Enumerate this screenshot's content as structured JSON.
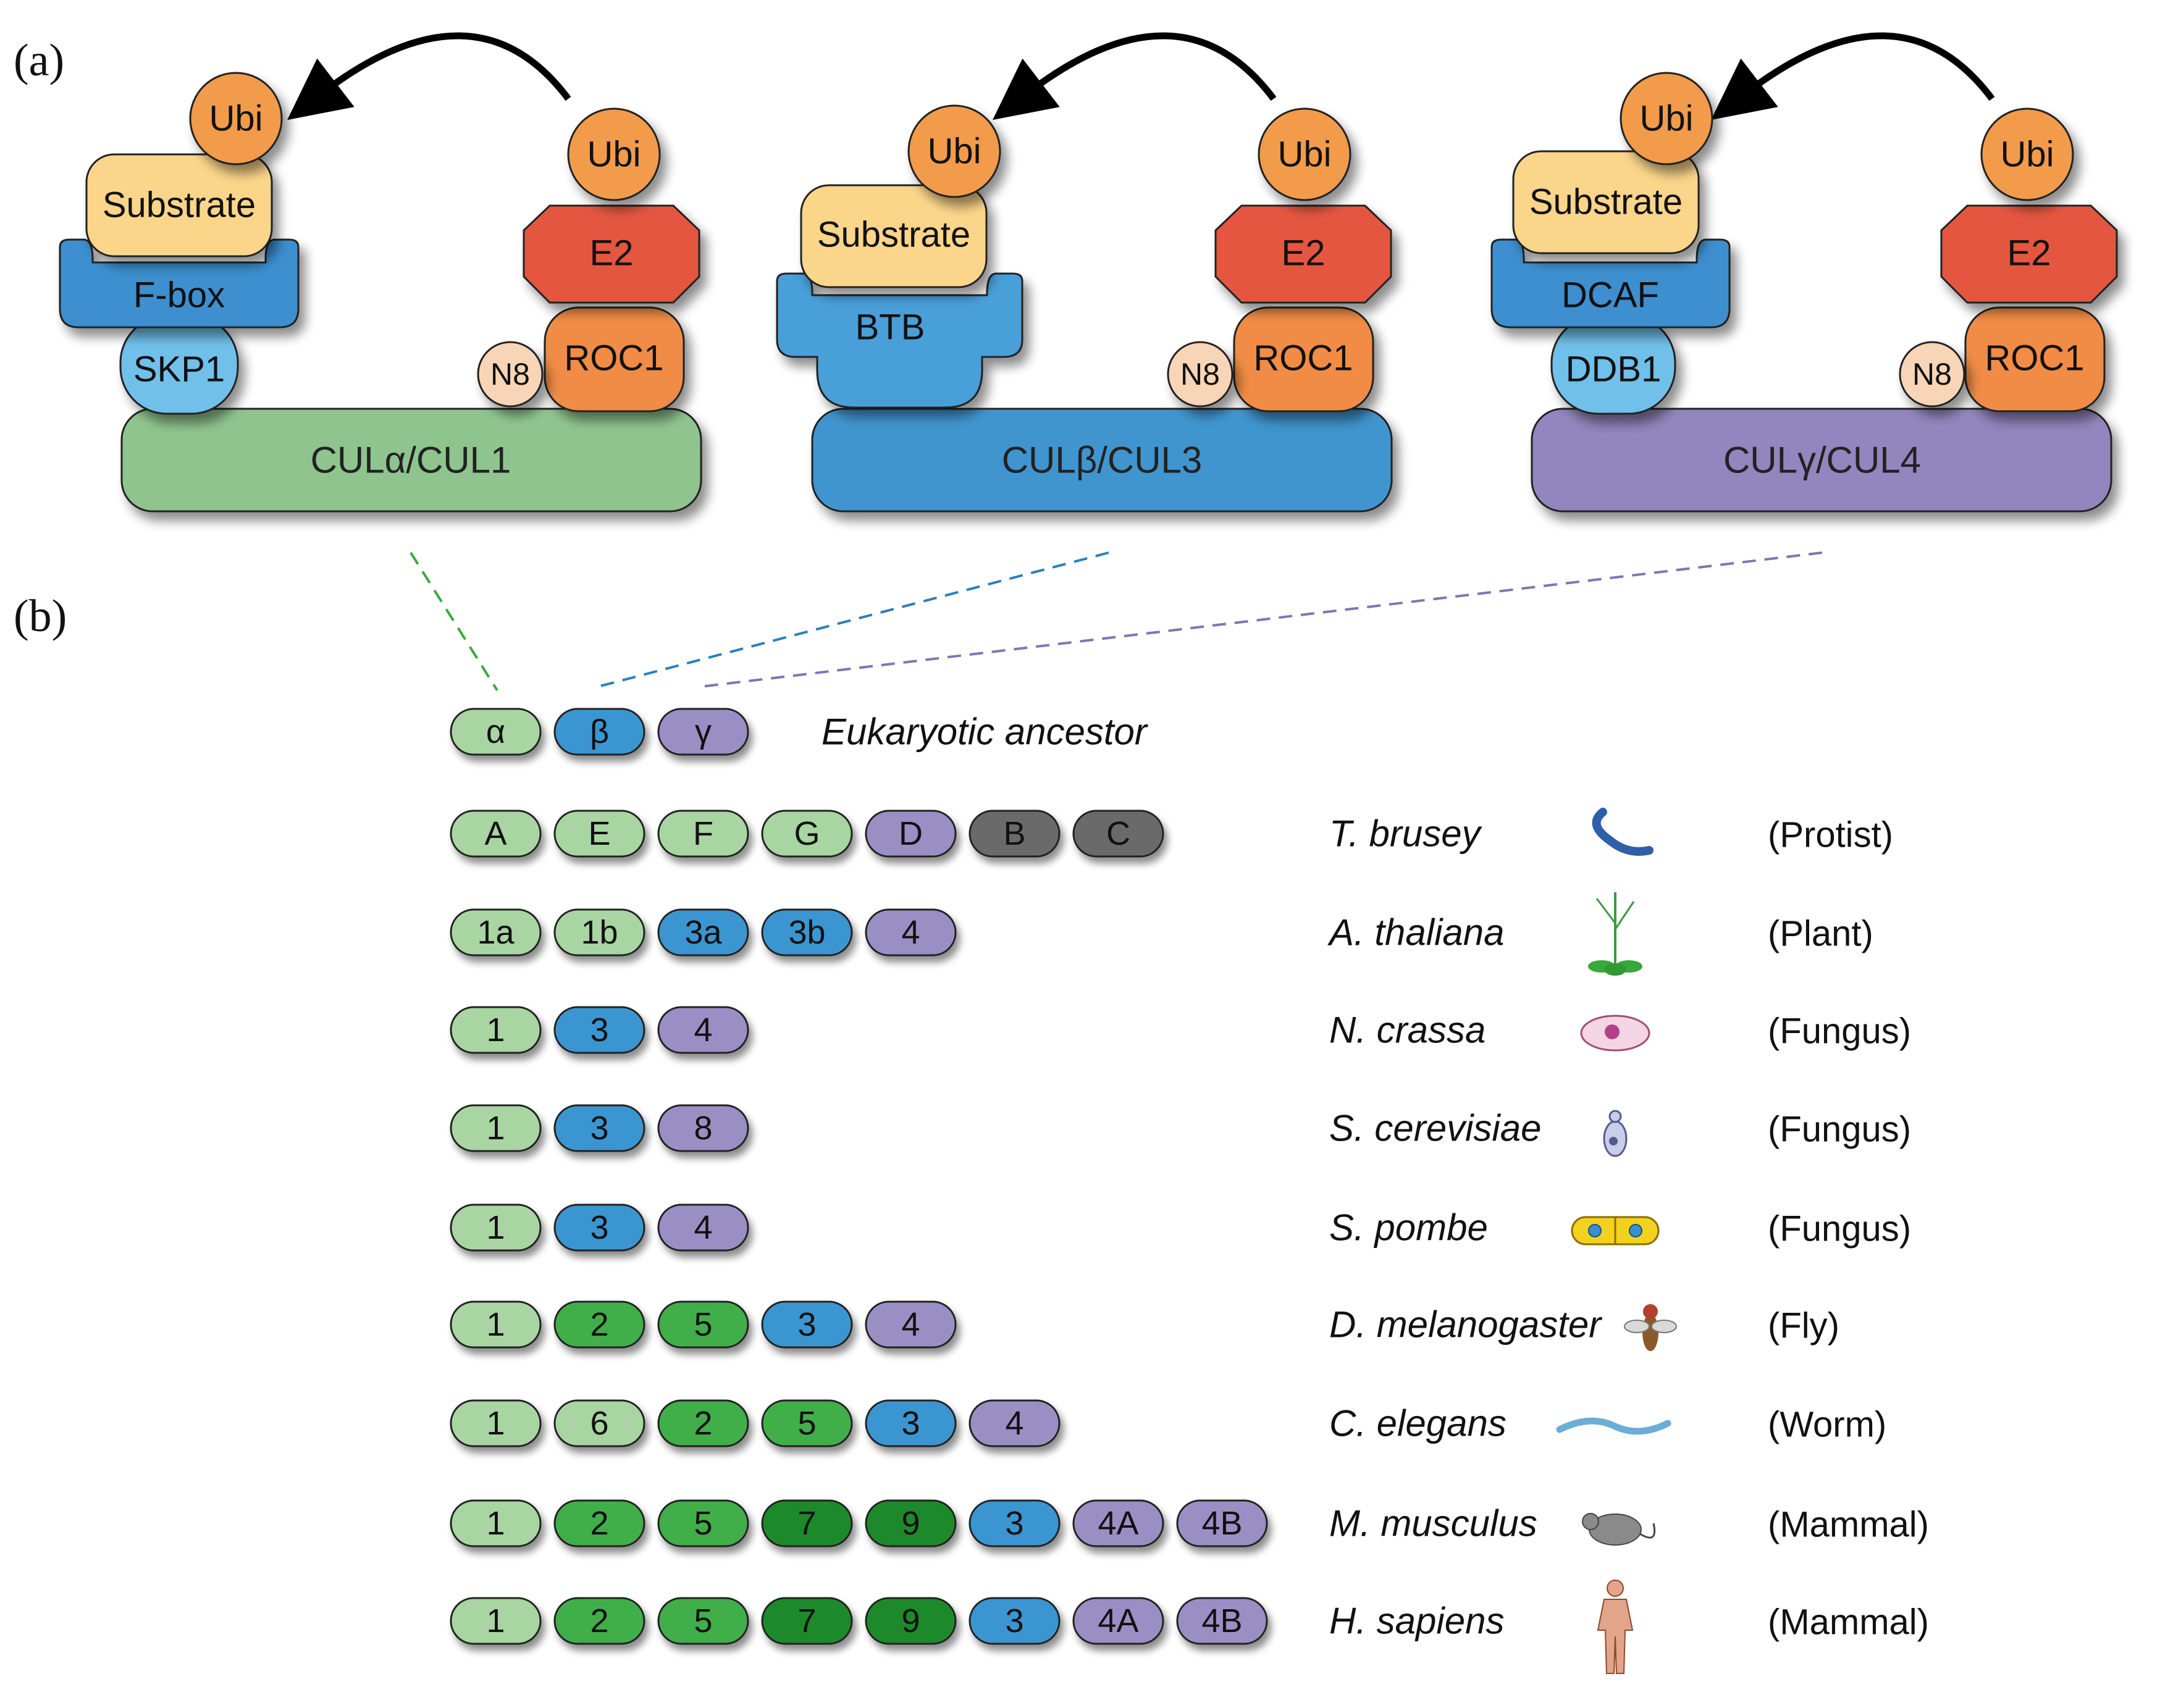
{
  "panels": {
    "a": "(a)",
    "b": "(b)"
  },
  "complexes": [
    {
      "scaffold": "CULα/CUL1",
      "scaffold_color": "#8fc48f",
      "adaptor": "SKP1",
      "receptor": "F-box",
      "substrate": "Substrate",
      "substrate_ubi": "Ubi",
      "rbx": "ROC1",
      "e2": "E2",
      "e2_ubi": "Ubi",
      "nedd8": "N8"
    },
    {
      "scaffold": "CULβ/CUL3",
      "scaffold_color": "#3f95cf",
      "adaptor": "",
      "receptor": "BTB",
      "substrate": "Substrate",
      "substrate_ubi": "Ubi",
      "rbx": "ROC1",
      "e2": "E2",
      "e2_ubi": "Ubi",
      "nedd8": "N8"
    },
    {
      "scaffold": "CULγ/CUL4",
      "scaffold_color": "#9186bd",
      "adaptor": "DDB1",
      "receptor": "DCAF",
      "substrate": "Substrate",
      "substrate_ubi": "Ubi",
      "rbx": "ROC1",
      "e2": "E2",
      "e2_ubi": "Ubi",
      "nedd8": "N8"
    }
  ],
  "ancestor": {
    "label": "Eukaryotic ancestor",
    "pills": [
      {
        "label": "α",
        "color": "light-green"
      },
      {
        "label": "β",
        "color": "blue"
      },
      {
        "label": "γ",
        "color": "purple"
      }
    ]
  },
  "organisms": [
    {
      "species": "T. brusey",
      "group": "(Protist)",
      "icon": "trypanosome-icon",
      "pills": [
        {
          "label": "A",
          "color": "light-green"
        },
        {
          "label": "E",
          "color": "light-green"
        },
        {
          "label": "F",
          "color": "light-green"
        },
        {
          "label": "G",
          "color": "light-green"
        },
        {
          "label": "D",
          "color": "purple"
        },
        {
          "label": "B",
          "color": "gray"
        },
        {
          "label": "C",
          "color": "gray"
        }
      ]
    },
    {
      "species": "A. thaliana",
      "group": "(Plant)",
      "icon": "plant-icon",
      "pills": [
        {
          "label": "1a",
          "color": "light-green"
        },
        {
          "label": "1b",
          "color": "light-green"
        },
        {
          "label": "3a",
          "color": "blue"
        },
        {
          "label": "3b",
          "color": "blue"
        },
        {
          "label": "4",
          "color": "purple"
        }
      ]
    },
    {
      "species": "N. crassa",
      "group": "(Fungus)",
      "icon": "fungal-cell-icon",
      "pills": [
        {
          "label": "1",
          "color": "light-green"
        },
        {
          "label": "3",
          "color": "blue"
        },
        {
          "label": "4",
          "color": "purple"
        }
      ]
    },
    {
      "species": "S. cerevisiae",
      "group": "(Fungus)",
      "icon": "budding-yeast-icon",
      "pills": [
        {
          "label": "1",
          "color": "light-green"
        },
        {
          "label": "3",
          "color": "blue"
        },
        {
          "label": "8",
          "color": "purple"
        }
      ]
    },
    {
      "species": "S. pombe",
      "group": "(Fungus)",
      "icon": "fission-yeast-icon",
      "pills": [
        {
          "label": "1",
          "color": "light-green"
        },
        {
          "label": "3",
          "color": "blue"
        },
        {
          "label": "4",
          "color": "purple"
        }
      ]
    },
    {
      "species": "D. melanogaster",
      "group": "(Fly)",
      "icon": "fly-icon",
      "pills": [
        {
          "label": "1",
          "color": "light-green"
        },
        {
          "label": "2",
          "color": "green"
        },
        {
          "label": "5",
          "color": "green"
        },
        {
          "label": "3",
          "color": "blue"
        },
        {
          "label": "4",
          "color": "purple"
        }
      ]
    },
    {
      "species": "C. elegans",
      "group": "(Worm)",
      "icon": "worm-icon",
      "pills": [
        {
          "label": "1",
          "color": "light-green"
        },
        {
          "label": "6",
          "color": "light-green"
        },
        {
          "label": "2",
          "color": "green"
        },
        {
          "label": "5",
          "color": "green"
        },
        {
          "label": "3",
          "color": "blue"
        },
        {
          "label": "4",
          "color": "purple"
        }
      ]
    },
    {
      "species": "M. musculus",
      "group": "(Mammal)",
      "icon": "mouse-icon",
      "pills": [
        {
          "label": "1",
          "color": "light-green"
        },
        {
          "label": "2",
          "color": "green"
        },
        {
          "label": "5",
          "color": "green"
        },
        {
          "label": "7",
          "color": "dark-green"
        },
        {
          "label": "9",
          "color": "dark-green"
        },
        {
          "label": "3",
          "color": "blue"
        },
        {
          "label": "4A",
          "color": "purple"
        },
        {
          "label": "4B",
          "color": "purple"
        }
      ]
    },
    {
      "species": "H. sapiens",
      "group": "(Mammal)",
      "icon": "human-icon",
      "pills": [
        {
          "label": "1",
          "color": "light-green"
        },
        {
          "label": "2",
          "color": "green"
        },
        {
          "label": "5",
          "color": "green"
        },
        {
          "label": "7",
          "color": "dark-green"
        },
        {
          "label": "9",
          "color": "dark-green"
        },
        {
          "label": "3",
          "color": "blue"
        },
        {
          "label": "4A",
          "color": "purple"
        },
        {
          "label": "4B",
          "color": "purple"
        }
      ]
    }
  ],
  "colors": {
    "light-green": "#a8d5a2",
    "green": "#3fae4a",
    "dark-green": "#1f8a2c",
    "blue": "#3b95d1",
    "purple": "#9a8fc4",
    "gray": "#6a6a6a",
    "ubi": "#f29b4c",
    "substrate": "#fbd58a",
    "e2": "#e4573f",
    "roc1": "#f08c44",
    "adaptor": "#6fc0ea",
    "receptor": "#3d8fcf",
    "nedd8": "#f7d5b6"
  }
}
